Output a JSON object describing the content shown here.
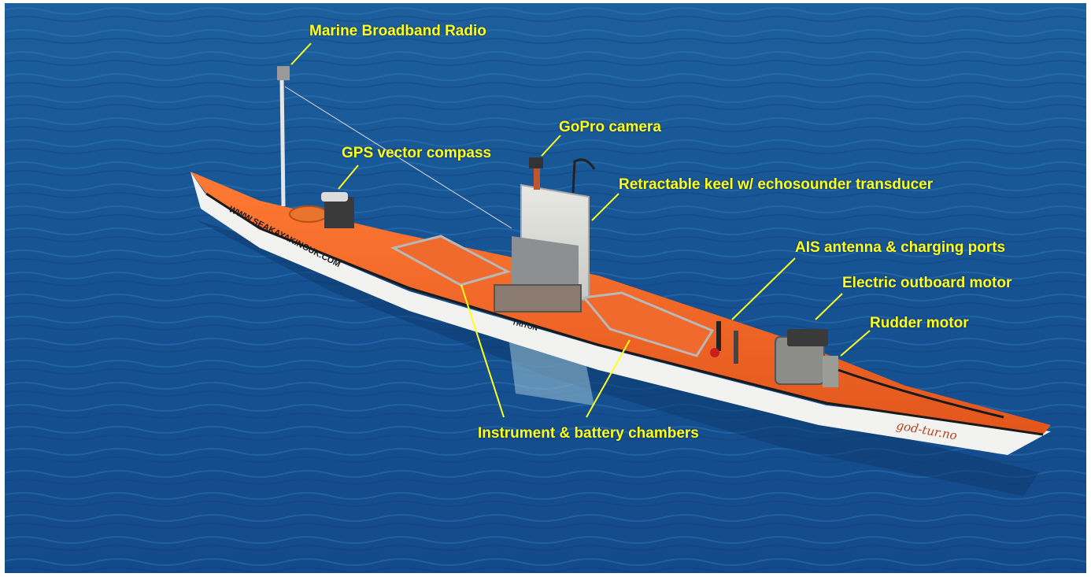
{
  "colors": {
    "water": "#1a5a9a",
    "hull": "#f06a28",
    "label": "#ffff1e"
  },
  "labels": {
    "radio": "Marine Broadband Radio",
    "gopro": "GoPro camera",
    "gps": "GPS vector compass",
    "keel": "Retractable keel w/ echosounder transducer",
    "ais": "AIS antenna & charging ports",
    "motor": "Electric outboard motor",
    "rudder": "Rudder motor",
    "chambers": "Instrument & battery chambers"
  },
  "hull_text": {
    "bow": "WWW.SEAKAYAKINGUK.COM",
    "model": "TRITON",
    "stern": "god-tur.no"
  }
}
